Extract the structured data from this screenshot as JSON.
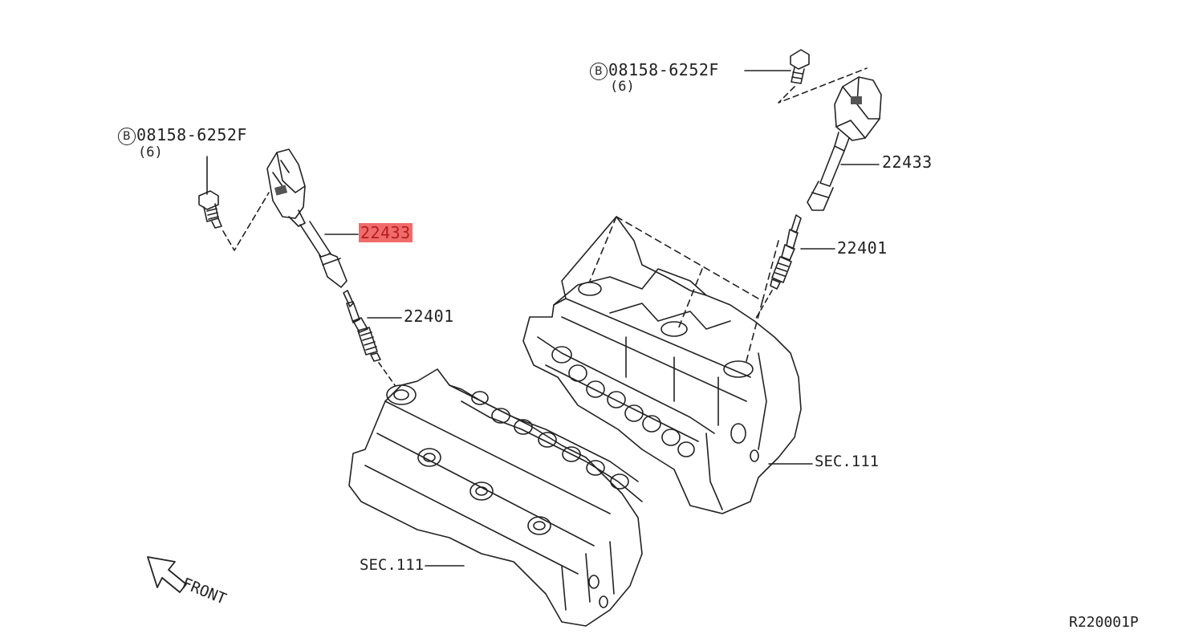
{
  "callouts": {
    "bolt_left": {
      "circled": "B",
      "part": "08158-6252F",
      "qty": "(6)"
    },
    "bolt_right": {
      "circled": "B",
      "part": "08158-6252F",
      "qty": "(6)"
    },
    "coil_left": "22433",
    "coil_right": "22433",
    "plug_left": "22401",
    "plug_right": "22401",
    "sec_left": "SEC.111",
    "sec_right": "SEC.111"
  },
  "orientation": {
    "label": "FRONT"
  },
  "reference": "R220001P",
  "colors": {
    "highlight": "#f06b6b",
    "line": "#222222"
  }
}
